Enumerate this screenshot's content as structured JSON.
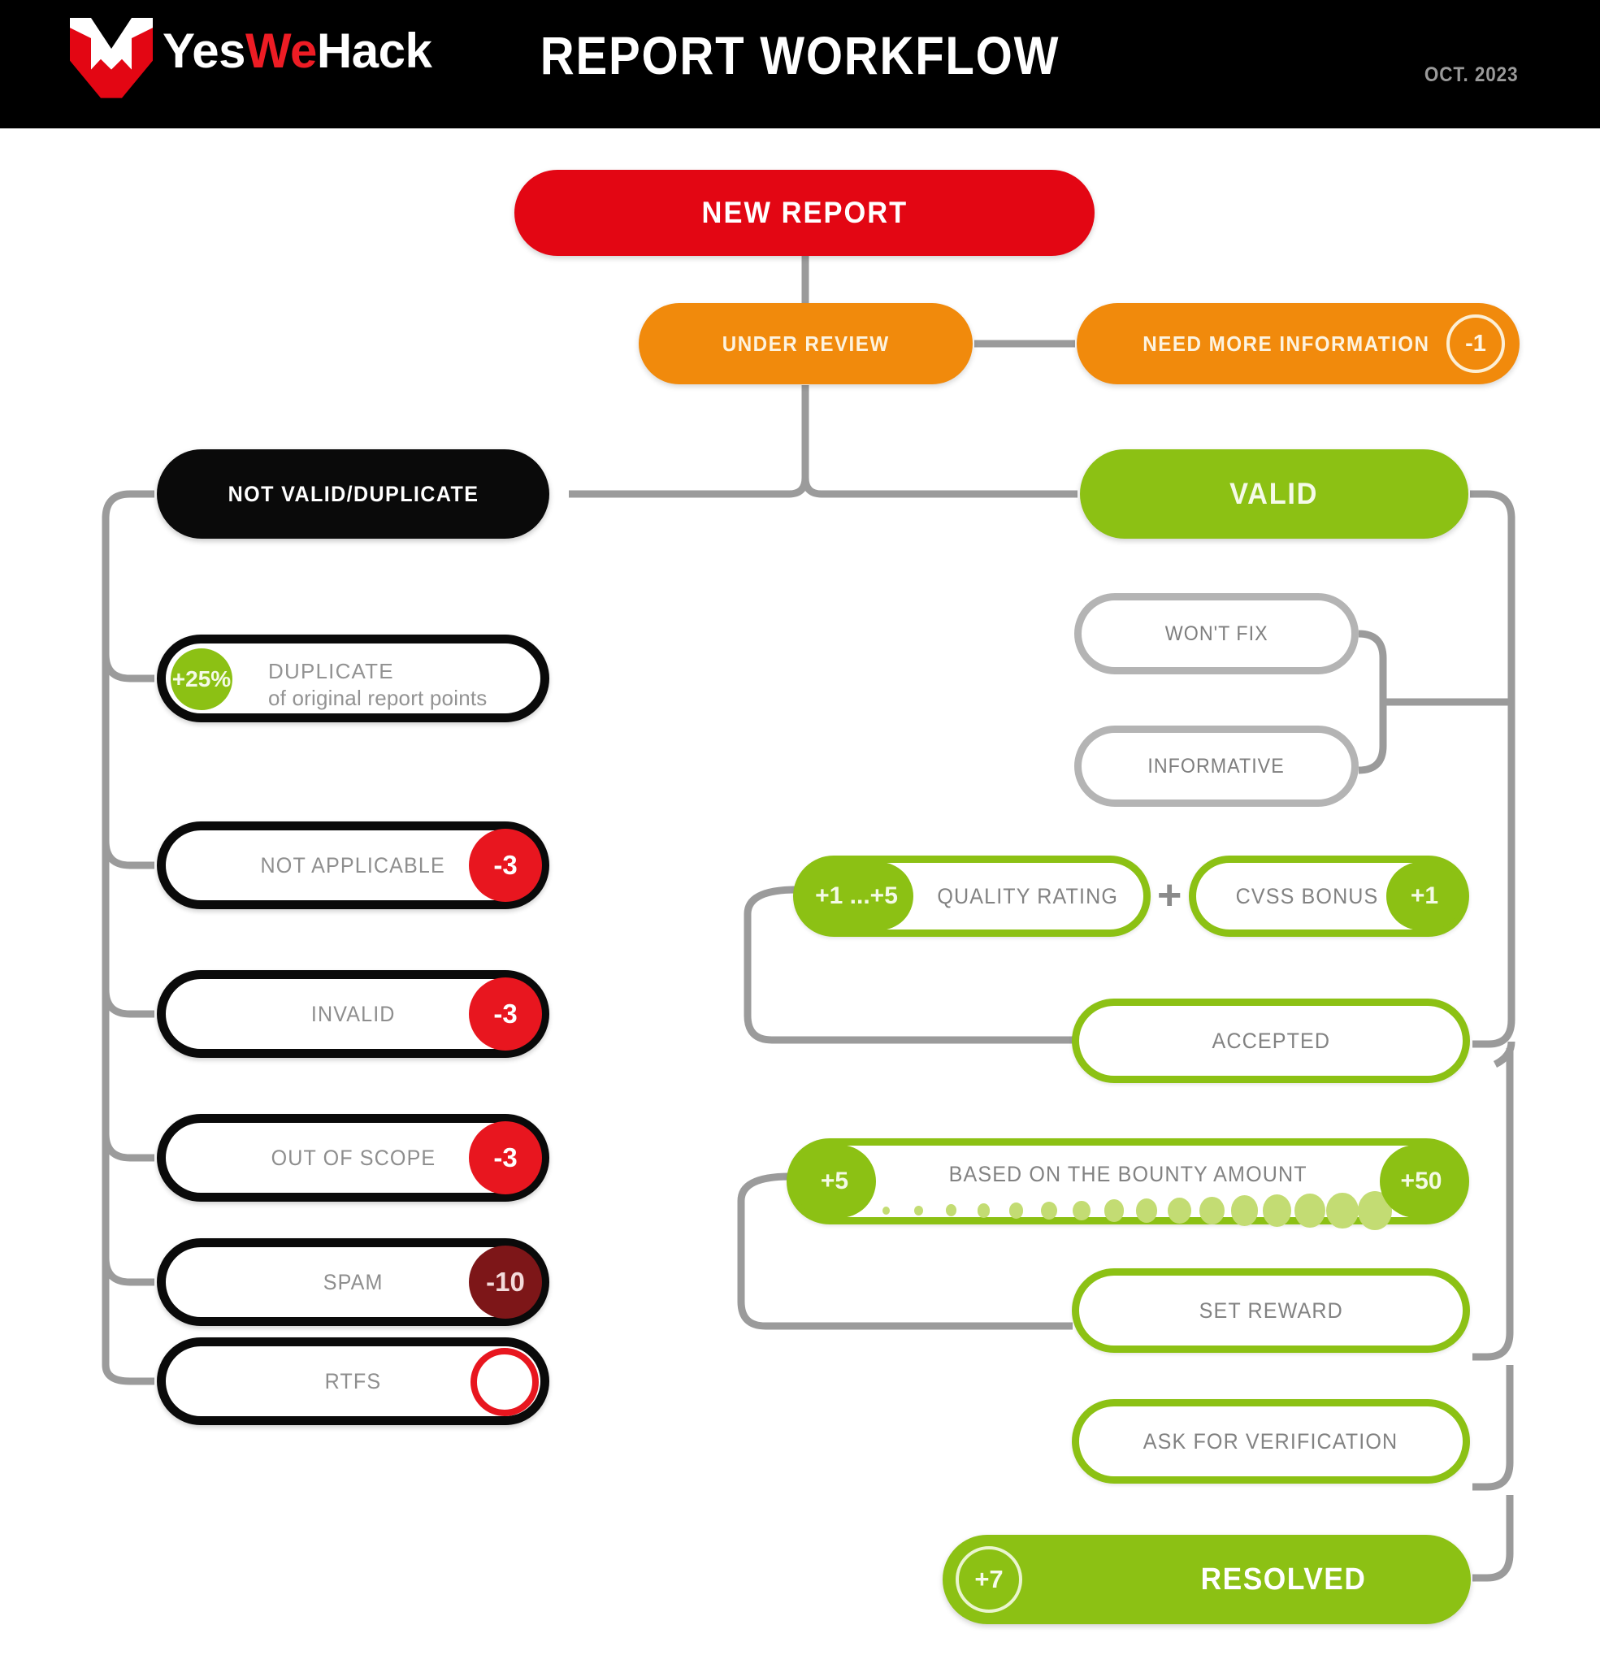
{
  "header": {
    "brand_part1": "Yes",
    "brand_part2": "We",
    "brand_part3": "Hack",
    "title": "REPORT WORKFLOW",
    "date": "OCT. 2023",
    "logo_icon": "yeswehack-logo-icon"
  },
  "colors": {
    "red": "#E30613",
    "orange": "#F18A0C",
    "green": "#8CC114",
    "black": "#0A0A0A",
    "gray": "#B4B4B4",
    "dark_red": "#7D1618",
    "badge_red": "#E8161F"
  },
  "nodes": {
    "new_report": {
      "label": "NEW REPORT"
    },
    "under_review": {
      "label": "UNDER REVIEW"
    },
    "need_more_information": {
      "label": "NEED MORE INFORMATION",
      "badge": "-1"
    },
    "not_valid_duplicate": {
      "label": "NOT VALID/DUPLICATE"
    },
    "valid": {
      "label": "VALID"
    },
    "resolved": {
      "label": "RESOLVED",
      "badge": "+7"
    }
  },
  "not_valid_items": [
    {
      "label": "DUPLICATE",
      "sublabel": "of original report points",
      "badge": "+25%",
      "badge_type": "green"
    },
    {
      "label": "NOT APPLICABLE",
      "badge": "-3",
      "badge_type": "red"
    },
    {
      "label": "INVALID",
      "badge": "-3",
      "badge_type": "red"
    },
    {
      "label": "OUT OF SCOPE",
      "badge": "-3",
      "badge_type": "red"
    },
    {
      "label": "SPAM",
      "badge": "-10",
      "badge_type": "dark-red"
    },
    {
      "label": "RTFS",
      "badge": "",
      "badge_type": "red-ring"
    }
  ],
  "valid_items": [
    {
      "label": "WON'T FIX"
    },
    {
      "label": "INFORMATIVE"
    }
  ],
  "scoring": {
    "quality_rating": {
      "label": "QUALITY RATING",
      "badge": "+1 ...+5"
    },
    "plus": "+",
    "cvss_bonus": {
      "label": "CVSS BONUS",
      "badge": "+1"
    },
    "accepted": {
      "label": "ACCEPTED"
    },
    "bounty": {
      "label": "BASED ON THE BOUNTY AMOUNT",
      "badge_left": "+5",
      "badge_right": "+50"
    },
    "set_reward": {
      "label": "SET REWARD"
    },
    "ask_for_verification": {
      "label": "ASK FOR VERIFICATION"
    }
  }
}
